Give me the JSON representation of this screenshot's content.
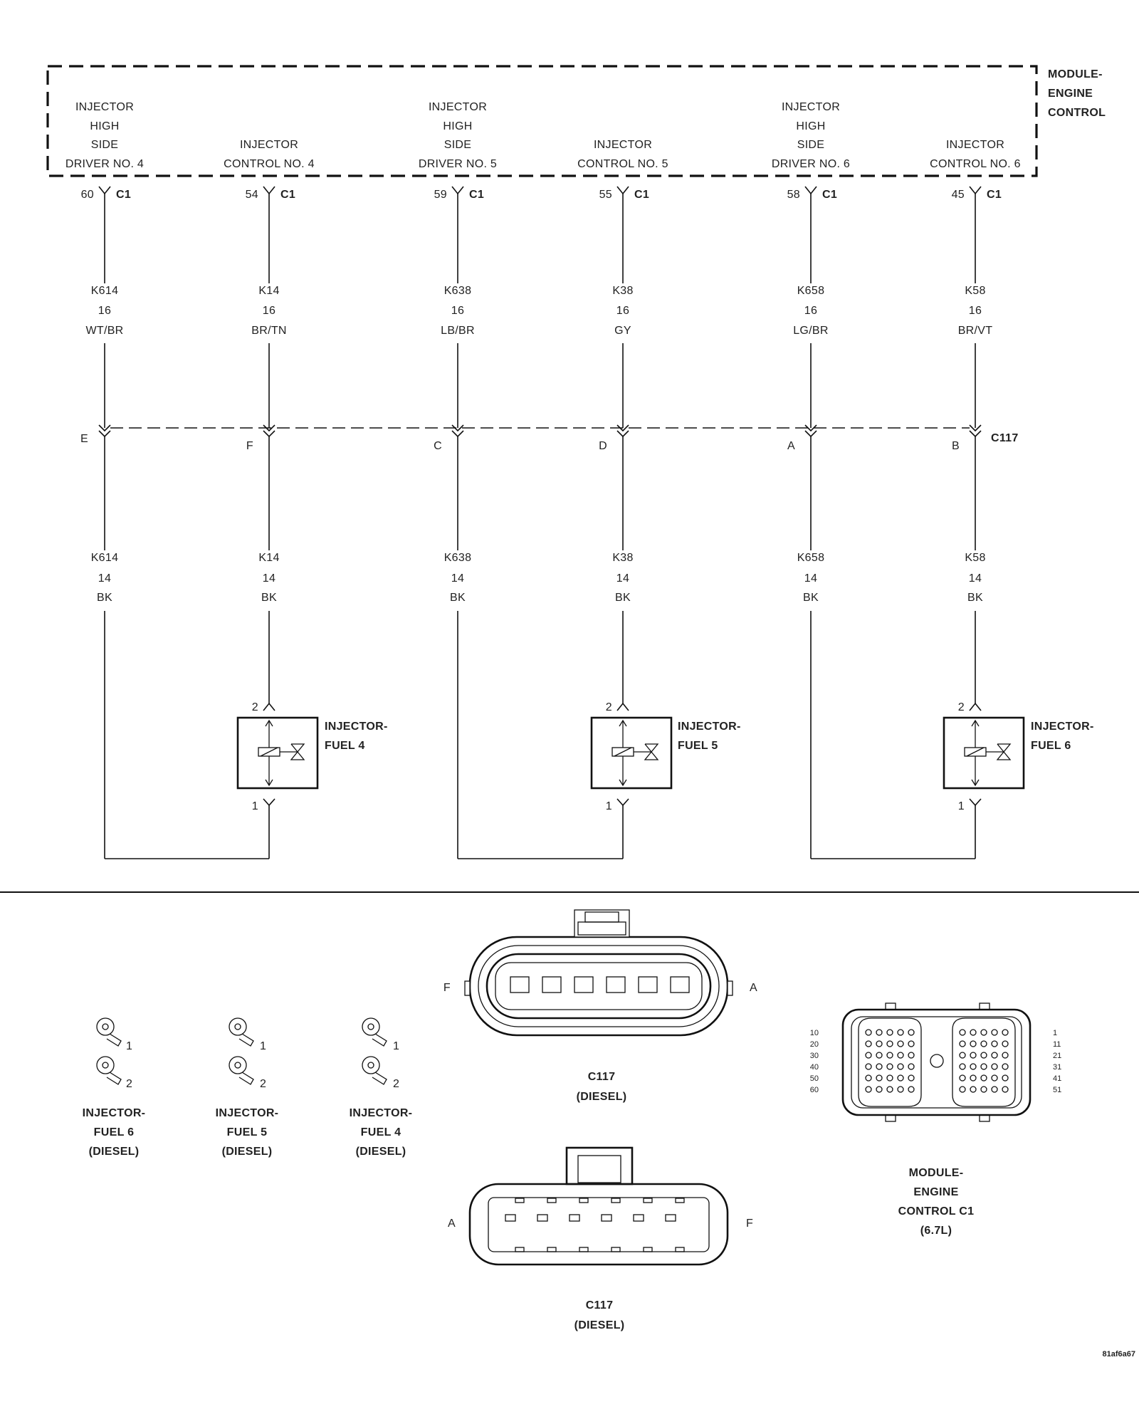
{
  "module": {
    "title_lines": [
      "MODULE-",
      "ENGINE",
      "CONTROL"
    ],
    "connector": "C1",
    "outputs": [
      {
        "lines": [
          "INJECTOR",
          "HIGH",
          "SIDE",
          "DRIVER NO. 4"
        ],
        "pin": "60"
      },
      {
        "lines": [
          "INJECTOR",
          "CONTROL NO. 4"
        ],
        "pin": "54"
      },
      {
        "lines": [
          "INJECTOR",
          "HIGH",
          "SIDE",
          "DRIVER NO. 5"
        ],
        "pin": "59"
      },
      {
        "lines": [
          "INJECTOR",
          "CONTROL NO. 5"
        ],
        "pin": "55"
      },
      {
        "lines": [
          "INJECTOR",
          "HIGH",
          "SIDE",
          "DRIVER NO. 6"
        ],
        "pin": "58"
      },
      {
        "lines": [
          "INJECTOR",
          "CONTROL NO. 6"
        ],
        "pin": "45"
      }
    ]
  },
  "upper_wires": [
    {
      "circuit": "K614",
      "gauge": "16",
      "color": "WT/BR"
    },
    {
      "circuit": "K14",
      "gauge": "16",
      "color": "BR/TN"
    },
    {
      "circuit": "K638",
      "gauge": "16",
      "color": "LB/BR"
    },
    {
      "circuit": "K38",
      "gauge": "16",
      "color": "GY"
    },
    {
      "circuit": "K658",
      "gauge": "16",
      "color": "LG/BR"
    },
    {
      "circuit": "K58",
      "gauge": "16",
      "color": "BR/VT"
    }
  ],
  "inline_connector": {
    "name": "C117",
    "pins": [
      "E",
      "F",
      "C",
      "D",
      "A",
      "B"
    ]
  },
  "lower_wires": [
    {
      "circuit": "K614",
      "gauge": "14",
      "color": "BK"
    },
    {
      "circuit": "K14",
      "gauge": "14",
      "color": "BK"
    },
    {
      "circuit": "K638",
      "gauge": "14",
      "color": "BK"
    },
    {
      "circuit": "K38",
      "gauge": "14",
      "color": "BK"
    },
    {
      "circuit": "K658",
      "gauge": "14",
      "color": "BK"
    },
    {
      "circuit": "K58",
      "gauge": "14",
      "color": "BK"
    }
  ],
  "injectors": [
    {
      "name_lines": [
        "INJECTOR-",
        "FUEL 4"
      ],
      "pin_top": "2",
      "pin_bottom": "1"
    },
    {
      "name_lines": [
        "INJECTOR-",
        "FUEL 5"
      ],
      "pin_top": "2",
      "pin_bottom": "1"
    },
    {
      "name_lines": [
        "INJECTOR-",
        "FUEL 6"
      ],
      "pin_top": "2",
      "pin_bottom": "1"
    }
  ],
  "connector_views": {
    "injector_terminals": [
      {
        "pins": [
          "1",
          "2"
        ],
        "label_lines": [
          "INJECTOR-",
          "FUEL 6",
          "(DIESEL)"
        ]
      },
      {
        "pins": [
          "1",
          "2"
        ],
        "label_lines": [
          "INJECTOR-",
          "FUEL 5",
          "(DIESEL)"
        ]
      },
      {
        "pins": [
          "1",
          "2"
        ],
        "label_lines": [
          "INJECTOR-",
          "FUEL 4",
          "(DIESEL)"
        ]
      }
    ],
    "c117_top": {
      "left_pin": "F",
      "right_pin": "A",
      "label_lines": [
        "C117",
        "(DIESEL)"
      ]
    },
    "c117_bottom": {
      "left_pin": "A",
      "right_pin": "F",
      "label_lines": [
        "C117",
        "(DIESEL)"
      ]
    },
    "ecm_c1": {
      "left_numbers": [
        "10",
        "20",
        "30",
        "40",
        "50",
        "60"
      ],
      "right_numbers": [
        "1",
        "11",
        "21",
        "31",
        "41",
        "51"
      ],
      "label_lines": [
        "MODULE-",
        "ENGINE",
        "CONTROL C1",
        "(6.7L)"
      ]
    }
  },
  "figure_id": "81af6a67"
}
